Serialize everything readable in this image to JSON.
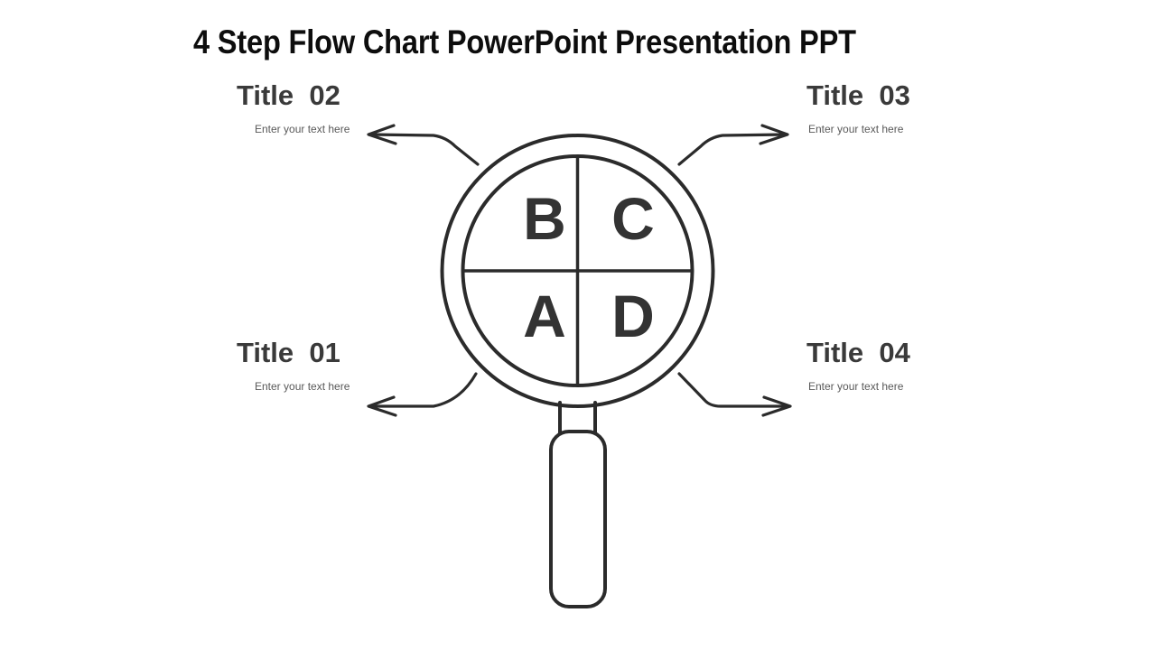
{
  "slide": {
    "title": "4 Step Flow Chart PowerPoint Presentation PPT",
    "background_color": "#ffffff",
    "title_color": "#0d0d0d",
    "stroke_color": "#2b2b2b",
    "label_title_color": "#3a3a3a",
    "label_sub_color": "#595959",
    "letter_color": "#333333"
  },
  "diagram": {
    "type": "magnifying-glass-quadrant-flow",
    "icon_name": "magnifying-glass-icon",
    "quadrants": [
      {
        "letter": "B",
        "position": "top-left",
        "links_to": "Title  02"
      },
      {
        "letter": "C",
        "position": "top-right",
        "links_to": "Title  03"
      },
      {
        "letter": "A",
        "position": "bottom-left",
        "links_to": "Title  01"
      },
      {
        "letter": "D",
        "position": "bottom-right",
        "links_to": "Title  04"
      }
    ]
  },
  "steps": [
    {
      "id": "02",
      "title": "Title  02",
      "subtitle": "Enter your text here",
      "side": "left",
      "row": "top",
      "arrow": "arrow-left-top"
    },
    {
      "id": "03",
      "title": "Title  03",
      "subtitle": "Enter your text here",
      "side": "right",
      "row": "top",
      "arrow": "arrow-right-top"
    },
    {
      "id": "01",
      "title": "Title  01",
      "subtitle": "Enter your text here",
      "side": "left",
      "row": "bottom",
      "arrow": "arrow-left-bottom"
    },
    {
      "id": "04",
      "title": "Title  04",
      "subtitle": "Enter your text here",
      "side": "right",
      "row": "bottom",
      "arrow": "arrow-right-bottom"
    }
  ]
}
